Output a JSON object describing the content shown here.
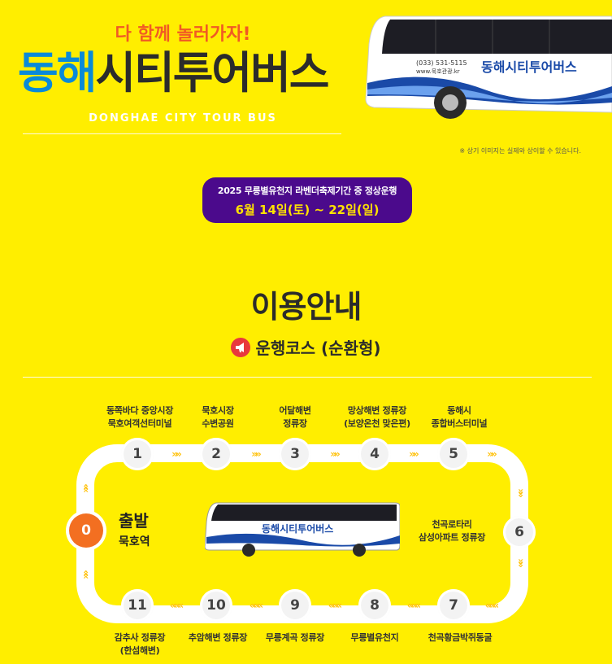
{
  "header": {
    "tagline": "다 함께 놀러가자!",
    "title_part1": "동해",
    "title_part2": "시티투어버스",
    "subtitle": "DONGHAE CITY TOUR BUS",
    "disclaimer": "※ 상기 이미지는 실제와 상이할 수 있습니다."
  },
  "bus": {
    "phone": "(033) 531-5115",
    "website": "www.묵호관광.kr",
    "side_text": "동해시티투어버스"
  },
  "period": {
    "line1": "2025 무릉별유천지 라벤더축제기간 중 정상운행",
    "line2": "6월 14일(토) ~ 22일(일)"
  },
  "guide": {
    "title": "이용안내",
    "course": "운행코스 (순환형)"
  },
  "route": {
    "start": {
      "number": "0",
      "label": "출발",
      "sub": "묵호역"
    },
    "stops": [
      {
        "number": "1",
        "lines": [
          "동쪽바다 중앙시장",
          "묵호여객선터미널"
        ]
      },
      {
        "number": "2",
        "lines": [
          "묵호시장",
          "수변공원"
        ]
      },
      {
        "number": "3",
        "lines": [
          "어달해변",
          "정류장"
        ]
      },
      {
        "number": "4",
        "lines": [
          "망상해변 정류장",
          "(보양온천 맞은편)"
        ]
      },
      {
        "number": "5",
        "lines": [
          "동해시",
          "종합버스터미널"
        ]
      },
      {
        "number": "6",
        "lines": [
          "천곡로타리",
          "삼성아파트 정류장"
        ]
      },
      {
        "number": "7",
        "lines": [
          "천곡황금박쥐동굴"
        ]
      },
      {
        "number": "8",
        "lines": [
          "무릉별유천지"
        ]
      },
      {
        "number": "9",
        "lines": [
          "무릉계곡 정류장"
        ]
      },
      {
        "number": "10",
        "lines": [
          "추암해변 정류장"
        ]
      },
      {
        "number": "11",
        "lines": [
          "감추사 정류장",
          "(한섬해변)"
        ]
      }
    ],
    "arrow_right": "»»",
    "arrow_left": "«««",
    "arrow_down": "»»",
    "arrow_up": "««"
  },
  "colors": {
    "background": "#ffee00",
    "accent_orange": "#f15a24",
    "title_blue": "#0a8ad8",
    "period_purple": "#4b0a8c",
    "period_yellow": "#ffe200",
    "chevron": "#ffc20e"
  }
}
